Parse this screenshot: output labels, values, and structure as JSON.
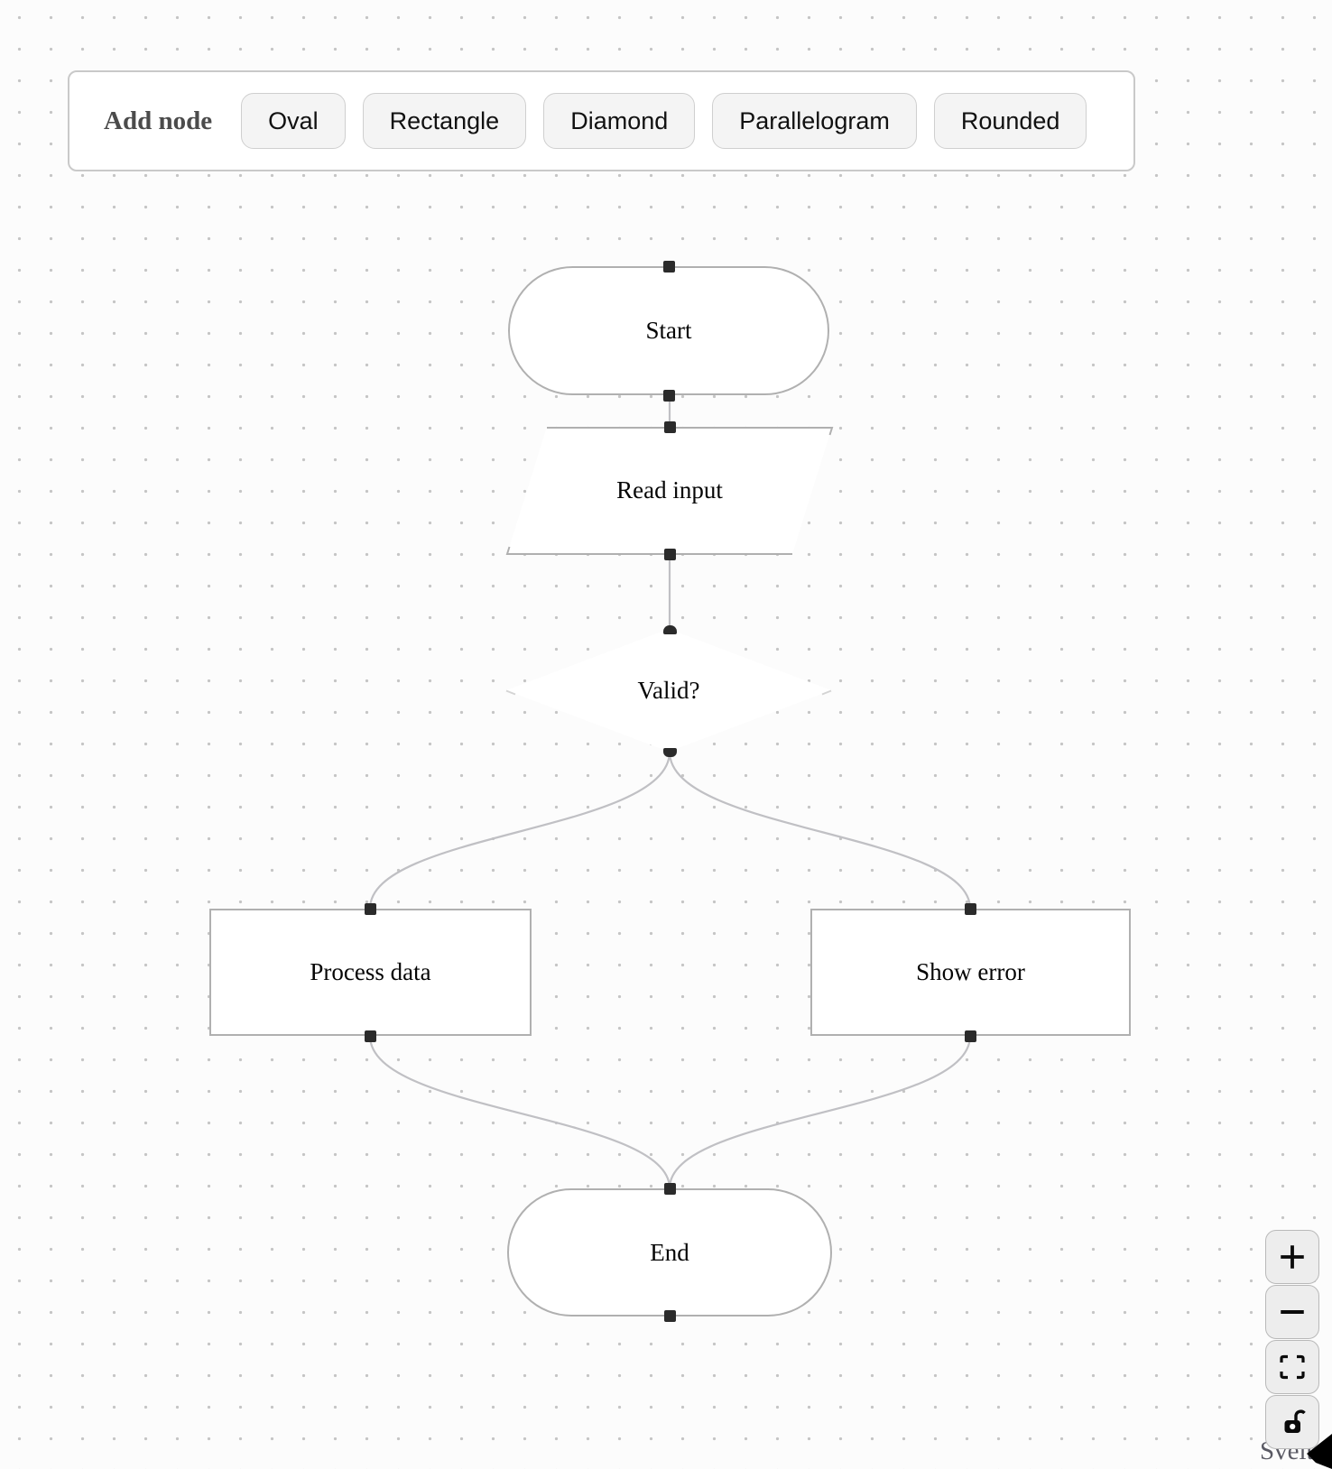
{
  "toolbar": {
    "label": "Add node",
    "buttons": [
      {
        "label": "Oval"
      },
      {
        "label": "Rectangle"
      },
      {
        "label": "Diamond"
      },
      {
        "label": "Parallelogram"
      },
      {
        "label": "Rounded"
      }
    ]
  },
  "nodes": [
    {
      "id": "start",
      "label": "Start",
      "shape": "oval"
    },
    {
      "id": "read-input",
      "label": "Read input",
      "shape": "parallelogram"
    },
    {
      "id": "valid",
      "label": "Valid?",
      "shape": "diamond"
    },
    {
      "id": "process-data",
      "label": "Process data",
      "shape": "rectangle"
    },
    {
      "id": "show-error",
      "label": "Show error",
      "shape": "rectangle"
    },
    {
      "id": "end",
      "label": "End",
      "shape": "oval"
    }
  ],
  "edges": [
    {
      "from": "start",
      "to": "read-input"
    },
    {
      "from": "read-input",
      "to": "valid"
    },
    {
      "from": "valid",
      "to": "process-data"
    },
    {
      "from": "valid",
      "to": "show-error"
    },
    {
      "from": "process-data",
      "to": "end"
    },
    {
      "from": "show-error",
      "to": "end"
    }
  ],
  "controls": {
    "zoom_in_glyph": "+",
    "zoom_out_glyph": "−"
  },
  "attribution": {
    "label": "Svelte Flow"
  },
  "colors": {
    "edge": "#c0c0c4",
    "node_border": "#b0b0b0",
    "handle": "#2b2b2b",
    "grid_dot": "#c5c5c5",
    "panel_border": "#c9c9c9",
    "button_bg": "#f4f4f4"
  }
}
